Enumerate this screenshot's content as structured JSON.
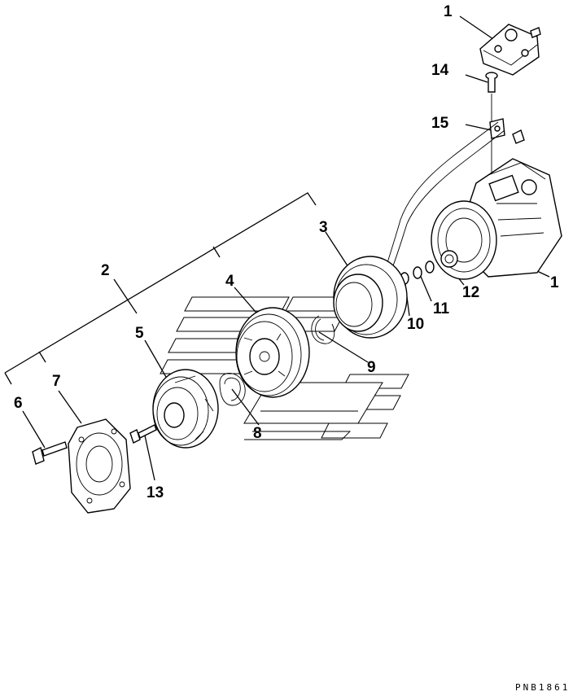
{
  "drawing_code": "PNB1861",
  "callouts": [
    {
      "id": "c1a",
      "label": "1"
    },
    {
      "id": "c14",
      "label": "14"
    },
    {
      "id": "c15",
      "label": "15"
    },
    {
      "id": "c3",
      "label": "3"
    },
    {
      "id": "c2",
      "label": "2"
    },
    {
      "id": "c4",
      "label": "4"
    },
    {
      "id": "c1b",
      "label": "1"
    },
    {
      "id": "c12",
      "label": "12"
    },
    {
      "id": "c11",
      "label": "11"
    },
    {
      "id": "c10",
      "label": "10"
    },
    {
      "id": "c5",
      "label": "5"
    },
    {
      "id": "c9",
      "label": "9"
    },
    {
      "id": "c7",
      "label": "7"
    },
    {
      "id": "c6",
      "label": "6"
    },
    {
      "id": "c8",
      "label": "8"
    },
    {
      "id": "c13",
      "label": "13"
    }
  ]
}
